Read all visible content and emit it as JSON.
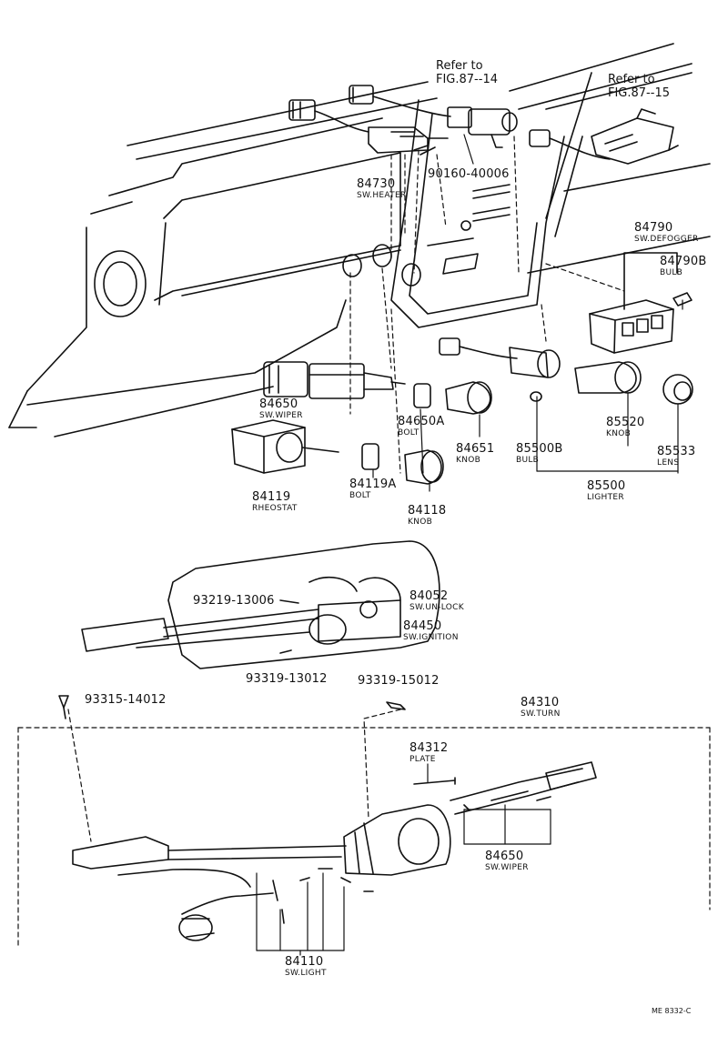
{
  "refs": {
    "fig87_14": [
      "Refer to",
      "FIG.87--14"
    ],
    "fig87_15": [
      "Refer to",
      "FIG.87--15"
    ]
  },
  "parts": {
    "p84730": {
      "number": "84730",
      "name": "SW.HEATER"
    },
    "p90160": {
      "number": "90160-40006"
    },
    "p84790": {
      "number": "84790",
      "name": "SW.DEFOGGER"
    },
    "p84790b": {
      "number": "84790B",
      "name": "BULB"
    },
    "p84650_top": {
      "number": "84650",
      "name": "SW.WIPER"
    },
    "p84650a": {
      "number": "84650A",
      "name": "BOLT"
    },
    "p84651": {
      "number": "84651",
      "name": "KNOB"
    },
    "p85500b": {
      "number": "85500B",
      "name": "BULB"
    },
    "p85520": {
      "number": "85520",
      "name": "KNOB"
    },
    "p85533": {
      "number": "85533",
      "name": "LENS"
    },
    "p85500": {
      "number": "85500",
      "name": "LIGHTER"
    },
    "p84119": {
      "number": "84119",
      "name": "RHEOSTAT"
    },
    "p84119a": {
      "number": "84119A",
      "name": "BOLT"
    },
    "p84118": {
      "number": "84118",
      "name": "KNOB"
    },
    "p93219": {
      "number": "93219-13006"
    },
    "p84052": {
      "number": "84052",
      "name": "SW.UN-LOCK"
    },
    "p84450": {
      "number": "84450",
      "name": "SW.IGNITION"
    },
    "p93319a": {
      "number": "93319-13012"
    },
    "p93315": {
      "number": "93315-14012"
    },
    "p93319b": {
      "number": "93319-15012"
    },
    "p84310": {
      "number": "84310",
      "name": "SW.TURN"
    },
    "p84312": {
      "number": "84312",
      "name": "PLATE"
    },
    "p84650_bot": {
      "number": "84650",
      "name": "SW.WIPER"
    },
    "p84110": {
      "number": "84110",
      "name": "SW.LIGHT"
    }
  },
  "footer_code": "ME 8332-C"
}
